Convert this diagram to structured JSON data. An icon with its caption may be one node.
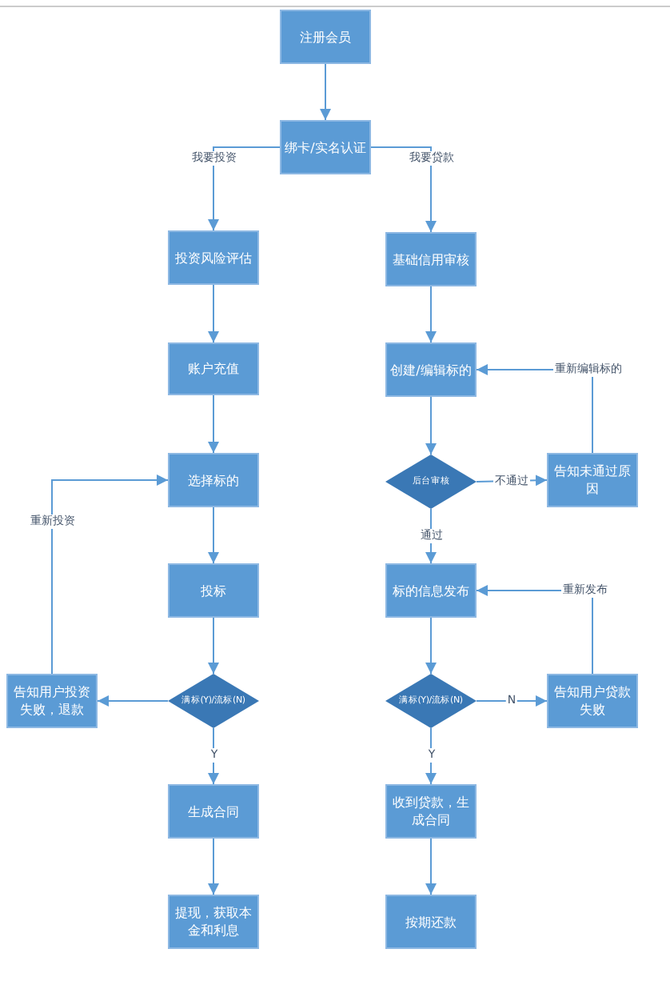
{
  "diagram": {
    "nodes": [
      {
        "text": [
          "注册会员"
        ]
      },
      {
        "text": [
          "绑卡/实名认证"
        ]
      },
      {
        "text": [
          "投资风险评估"
        ]
      },
      {
        "text": [
          "基础信用审核"
        ]
      },
      {
        "text": [
          "账户充值"
        ]
      },
      {
        "text": [
          "创建/编辑标的"
        ]
      },
      {
        "text": [
          "选择标的"
        ]
      },
      {
        "text": [
          "后台审核"
        ]
      },
      {
        "text": [
          "告知未通过原因"
        ]
      },
      {
        "text": [
          "投标"
        ]
      },
      {
        "text": [
          "标的信息发布"
        ]
      },
      {
        "text": [
          "告知用户投资失败，退款"
        ]
      },
      {
        "text": [
          "满标(Y)/流标(N)"
        ]
      },
      {
        "text": [
          "满标(Y)/流标(N)"
        ]
      },
      {
        "text": [
          "告知用户贷款失败"
        ]
      },
      {
        "text": [
          "生成合同"
        ]
      },
      {
        "text": [
          "收到贷款，生成合同"
        ]
      },
      {
        "text": [
          "提现，获取本金和利息"
        ]
      },
      {
        "text": [
          "按期还款"
        ]
      }
    ],
    "edges": [
      {
        "from": 0,
        "to": 1,
        "arrow": "to"
      },
      {
        "from": 1,
        "to": 2,
        "arrow": "to",
        "label": "我要投资"
      },
      {
        "from": 1,
        "to": 3,
        "arrow": "to",
        "label": "我要贷款"
      },
      {
        "from": 2,
        "to": 4,
        "arrow": "to"
      },
      {
        "from": 3,
        "to": 5,
        "arrow": "to"
      },
      {
        "from": 4,
        "to": 6,
        "arrow": "to"
      },
      {
        "from": 5,
        "to": 7,
        "arrow": "to"
      },
      {
        "from": 7,
        "to": 8,
        "arrow": "to",
        "label": "不通过"
      },
      {
        "from": 7,
        "to": 10,
        "arrow": "to",
        "label": "通过"
      },
      {
        "from": 8,
        "to": 5,
        "arrow": "to",
        "label": "重新编辑标的"
      },
      {
        "from": 6,
        "to": 9,
        "arrow": "to"
      },
      {
        "from": 9,
        "to": 12,
        "arrow": "to"
      },
      {
        "from": 12,
        "to": 11,
        "arrow": "to"
      },
      {
        "from": 12,
        "to": 15,
        "arrow": "to",
        "label": "Y"
      },
      {
        "from": 11,
        "to": 6,
        "arrow": "to",
        "label": "重新投资"
      },
      {
        "from": 10,
        "to": 13,
        "arrow": "to"
      },
      {
        "from": 13,
        "to": 14,
        "arrow": "to",
        "label": "N"
      },
      {
        "from": 14,
        "to": 10,
        "arrow": "to",
        "label": "重新发布"
      },
      {
        "from": 13,
        "to": 16,
        "arrow": "to",
        "label": "Y"
      },
      {
        "from": 15,
        "to": 17,
        "arrow": "to"
      },
      {
        "from": 16,
        "to": 18,
        "arrow": "to"
      }
    ]
  }
}
